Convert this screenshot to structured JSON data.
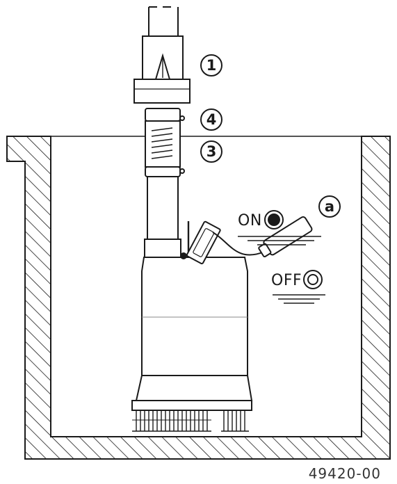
{
  "diagram": {
    "callouts": [
      {
        "id": "1",
        "text": "1"
      },
      {
        "id": "4",
        "text": "4"
      },
      {
        "id": "3",
        "text": "3"
      },
      {
        "id": "a",
        "text": "a"
      }
    ],
    "switch_states": {
      "on": "ON",
      "off": "OFF"
    },
    "reference_number": "49420-00",
    "colors": {
      "line": "#1a1a1a",
      "background": "#ffffff"
    }
  }
}
